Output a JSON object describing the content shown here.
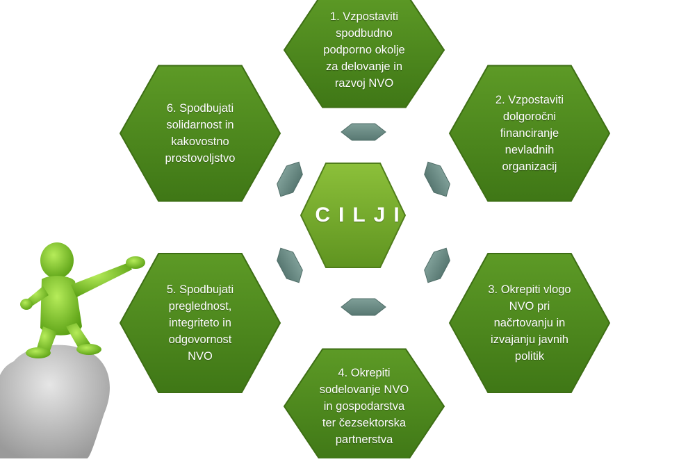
{
  "diagram": {
    "center": {
      "label": "CILJI"
    },
    "goals": [
      {
        "label": "1. Vzpostaviti\nspodbudno\npodporno okolje\nza delovanje in\nrazvoj NVO"
      },
      {
        "label": "2. Vzpostaviti\ndolgoročni\nfinanciranje\nnevladnih\norganizacij"
      },
      {
        "label": "3. Okrepiti vlogo\nNVO pri\nnačrtovanju in\nizvajanju javnih\npolitik"
      },
      {
        "label": "4. Okrepiti\nsodelovanje NVO\nin gospodarstva\nter čezsektorska\npartnerstva"
      },
      {
        "label": "5. Spodbujati\npreglednost,\nintegriteto in\nodgovornost\nNVO"
      },
      {
        "label": "6. Spodbujati\nsolidarnost in\nkakovostno\nprostovoljstvo"
      }
    ]
  },
  "colors": {
    "hex_fill": "#4f8a1f",
    "hex_stroke": "#3d6e14",
    "center_fill": "#7aae2a",
    "connector_fill": "#6f8f88",
    "figure_green": "#7cc520",
    "rock": "#b8b8b8"
  }
}
